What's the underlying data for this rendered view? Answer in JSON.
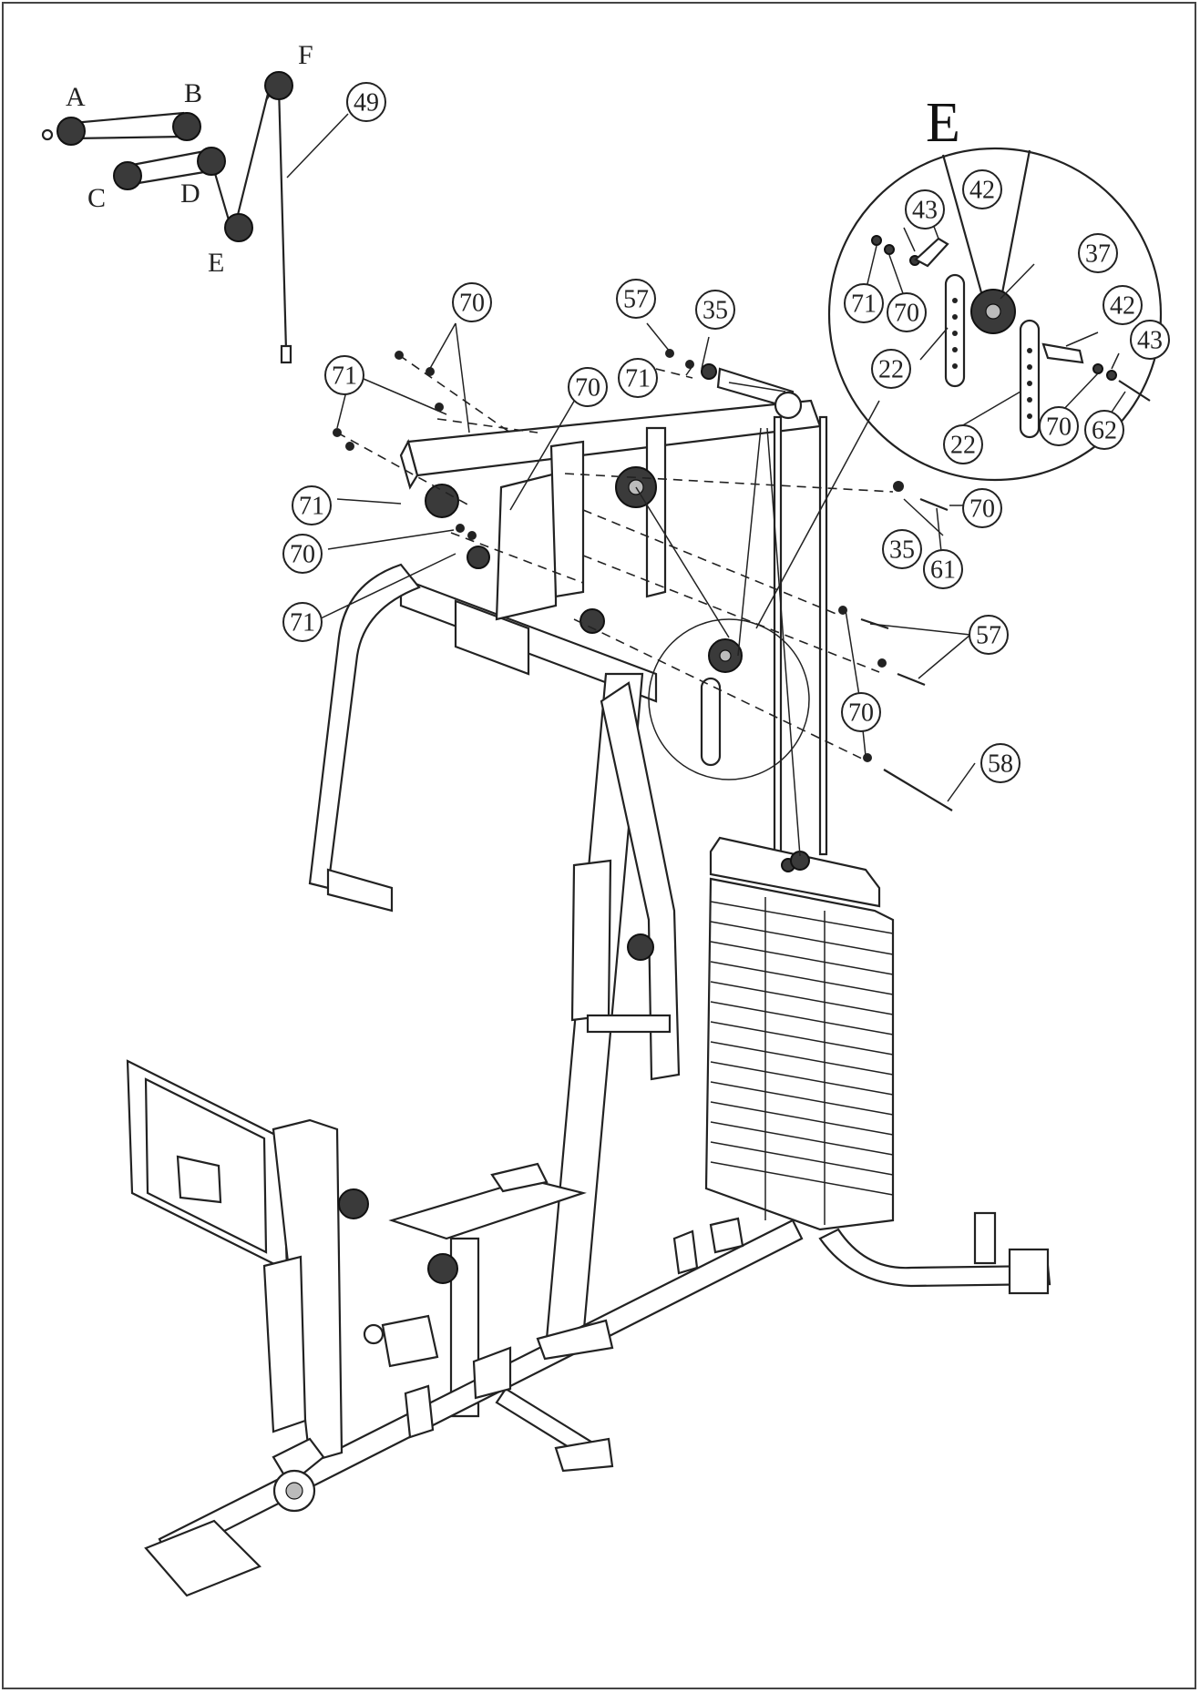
{
  "routing_letters": [
    "A",
    "B",
    "C",
    "D",
    "E",
    "F"
  ],
  "detail_label": "E",
  "callouts": [
    "49",
    "70",
    "71",
    "71",
    "70",
    "71",
    "70",
    "57",
    "71",
    "35",
    "70",
    "35",
    "61",
    "70",
    "57",
    "57",
    "70",
    "58",
    "43",
    "42",
    "37",
    "71",
    "70",
    "22",
    "42",
    "43",
    "22",
    "70",
    "62"
  ],
  "colors": {
    "line": "#222222",
    "paper": "#ffffff",
    "pulley_fill": "#3a3a3a"
  }
}
